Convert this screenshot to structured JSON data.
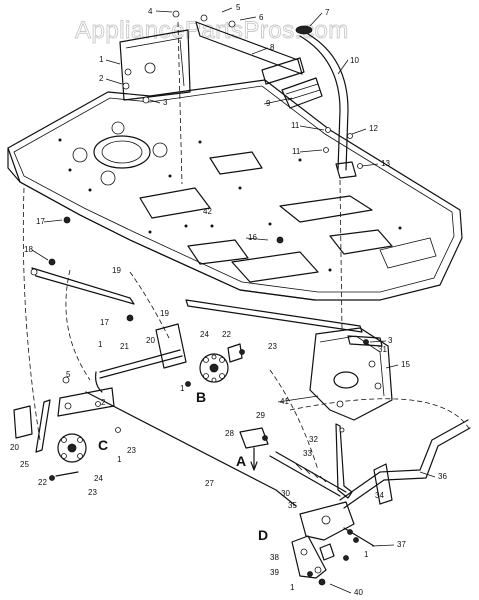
{
  "watermark": "AppliancePartsPros.com",
  "callouts": {
    "c1a": "1",
    "c1b": "1",
    "c1c": "1",
    "c1d": "1",
    "c1e": "1",
    "c1f": "1",
    "c2a": "2",
    "c2b": "2",
    "c3a": "3",
    "c3b": "3",
    "c4": "4",
    "c5a": "5",
    "c5b": "5",
    "c6": "6",
    "c7": "7",
    "c8": "8",
    "c9": "9",
    "c10": "10",
    "c11a": "11",
    "c11b": "11",
    "c12": "12",
    "c13": "13",
    "c15": "15",
    "c16": "16",
    "c17a": "17",
    "c17b": "17",
    "c18": "18",
    "c19a": "19",
    "c19b": "19",
    "c20a": "20",
    "c20b": "20",
    "c21": "21",
    "c22a": "22",
    "c22b": "22",
    "c23a": "23",
    "c23b": "23",
    "c23c": "23",
    "c24a": "24",
    "c24b": "24",
    "c25": "25",
    "c27": "27",
    "c28": "28",
    "c29": "29",
    "c30": "30",
    "c31": "31",
    "c32": "32",
    "c33": "33",
    "c34": "34",
    "c35": "35",
    "c36": "36",
    "c37": "37",
    "c38": "38",
    "c39": "39",
    "c40": "40",
    "c41": "41",
    "c42": "42"
  },
  "view_labels": {
    "a": "A",
    "b": "B",
    "c": "C",
    "d": "D"
  }
}
